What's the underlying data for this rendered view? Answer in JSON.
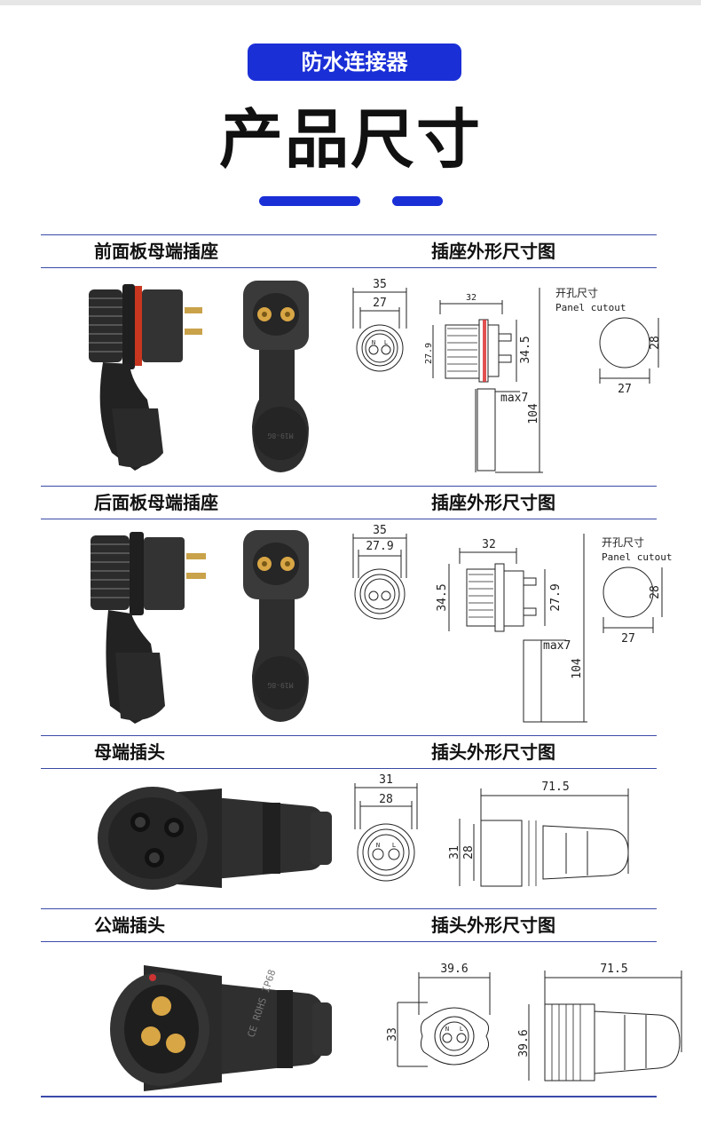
{
  "badge": "防水连接器",
  "main_title": "产品尺寸",
  "sections": [
    {
      "left_label": "前面板母端插座",
      "right_label": "插座外形尺寸图",
      "dims": {
        "front_outer": "35",
        "front_inner": "27",
        "side_top": "32",
        "side_h1": "27.9",
        "side_h2": "34.5",
        "side_max": "max7",
        "side_len": "104",
        "cut_title": "开孔尺寸",
        "cut_title_en": "Panel cutout",
        "cut_w": "27",
        "cut_h": "28",
        "pin_n": "N",
        "pin_l": "L"
      }
    },
    {
      "left_label": "后面板母端插座",
      "right_label": "插座外形尺寸图",
      "dims": {
        "front_outer": "35",
        "front_inner": "27.9",
        "side_top": "32",
        "side_h1": "34.5",
        "side_h2": "27.9",
        "side_max": "max7",
        "side_len": "104",
        "cut_title": "开孔尺寸",
        "cut_title_en": "Panel cutout",
        "cut_w": "27",
        "cut_h": "28"
      }
    },
    {
      "left_label": "母端插头",
      "right_label": "插头外形尺寸图",
      "dims": {
        "front_outer": "31",
        "front_inner": "28",
        "side_len": "71.5",
        "side_h1": "31",
        "side_h2": "28",
        "pin_n": "N",
        "pin_l": "L"
      }
    },
    {
      "left_label": "公端插头",
      "right_label": "插头外形尺寸图",
      "dims": {
        "front_w": "39.6",
        "front_h": "33",
        "side_len": "71.5",
        "side_h": "39.6",
        "pin_n": "N",
        "pin_l": "L",
        "marking": "CE ROHS IP68"
      }
    }
  ]
}
